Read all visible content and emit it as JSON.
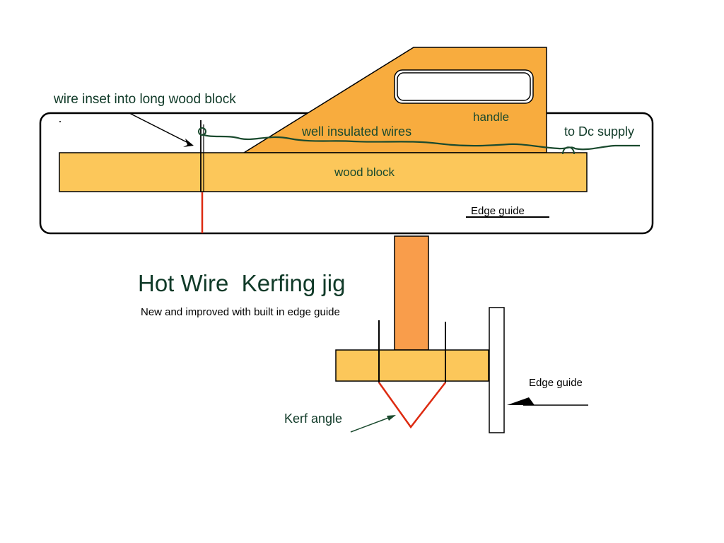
{
  "labels": {
    "wire_inset": "wire inset into long wood block",
    "handle": "handle",
    "well_insulated_wires": "well insulated wires",
    "to_dc_supply": "to Dc supply",
    "wood_block": "wood block",
    "edge_guide_top": "Edge guide",
    "title": "Hot Wire  Kerfing jig",
    "subtitle": "New and improved with built in edge guide",
    "edge_guide_bottom": "Edge guide",
    "kerf_angle": "Kerf angle"
  },
  "colors": {
    "wood_block": "#fcc75a",
    "handle": "#f8ac3e",
    "post": "#f99d4b",
    "wire_red": "#dd2a10",
    "insulated_wire": "#1a4a2e",
    "text_dark": "#103a28",
    "outline": "#000000"
  }
}
